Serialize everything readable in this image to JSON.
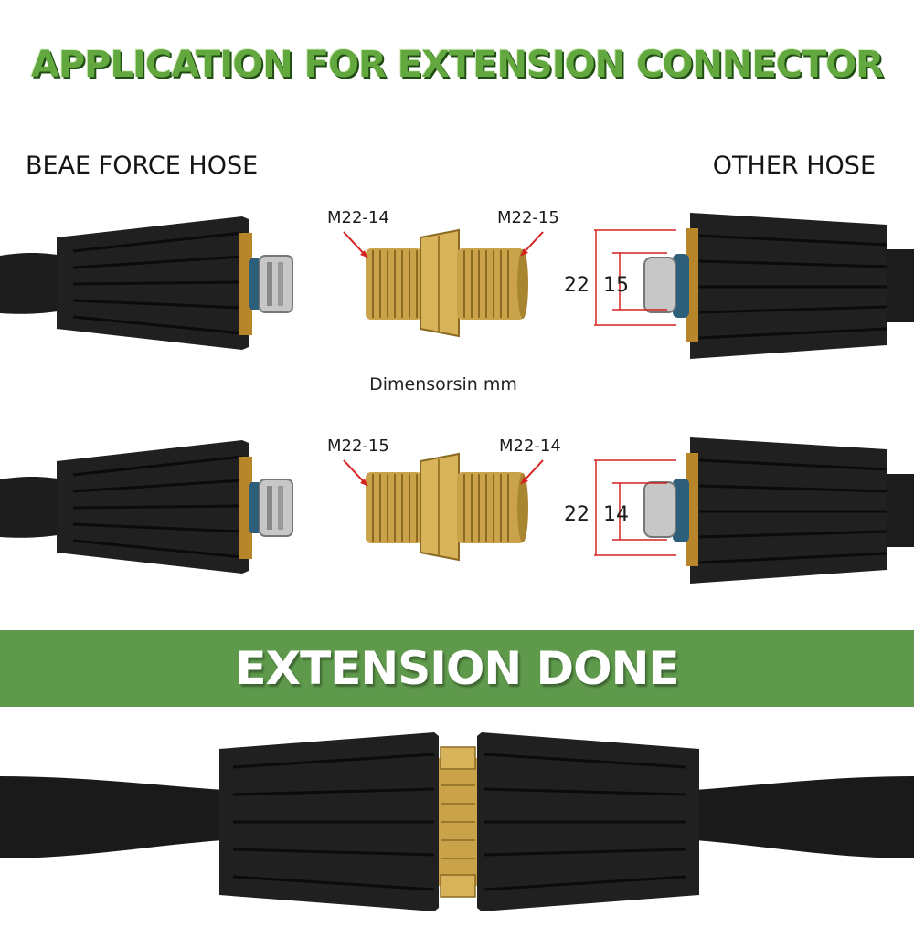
{
  "title": "APPLICATION FOR EXTENSION CONNECTOR",
  "hoses": {
    "left_label": "BEAE FORCE HOSE",
    "right_label": "OTHER HOSE"
  },
  "rows": [
    {
      "connector_left_label": "M22-14",
      "connector_right_label": "M22-15",
      "outer_dim": "22",
      "inner_dim": "15"
    },
    {
      "connector_left_label": "M22-15",
      "connector_right_label": "M22-14",
      "outer_dim": "22",
      "inner_dim": "14"
    }
  ],
  "dimensions_note": "Dimensorsin mm",
  "banner": "EXTENSION DONE",
  "colors": {
    "title_green": "#62a83e",
    "banner_green": "#5f9a4c",
    "brass": "#c9a24a",
    "dimension_red": "#d62222"
  }
}
